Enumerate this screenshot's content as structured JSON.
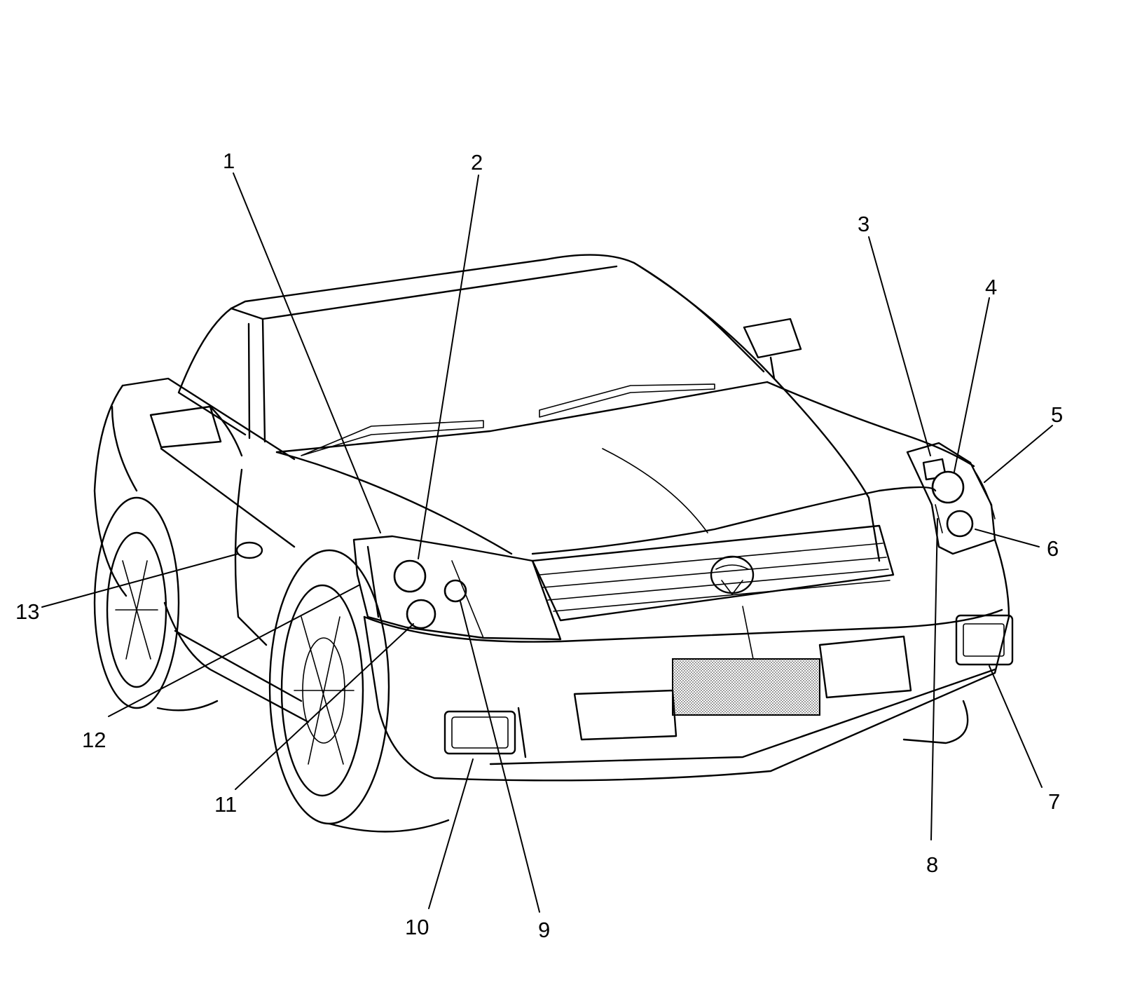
{
  "diagram": {
    "colors": {
      "ink": "#000000",
      "background": "#ffffff",
      "grille_mesh": "#c8c8c8"
    },
    "callouts": [
      {
        "id": "1",
        "label": "1"
      },
      {
        "id": "2",
        "label": "2"
      },
      {
        "id": "3",
        "label": "3"
      },
      {
        "id": "4",
        "label": "4"
      },
      {
        "id": "5",
        "label": "5"
      },
      {
        "id": "6",
        "label": "6"
      },
      {
        "id": "7",
        "label": "7"
      },
      {
        "id": "8",
        "label": "8"
      },
      {
        "id": "9",
        "label": "9"
      },
      {
        "id": "10",
        "label": "10"
      },
      {
        "id": "11",
        "label": "11"
      },
      {
        "id": "12",
        "label": "12"
      },
      {
        "id": "13",
        "label": "13"
      }
    ]
  }
}
